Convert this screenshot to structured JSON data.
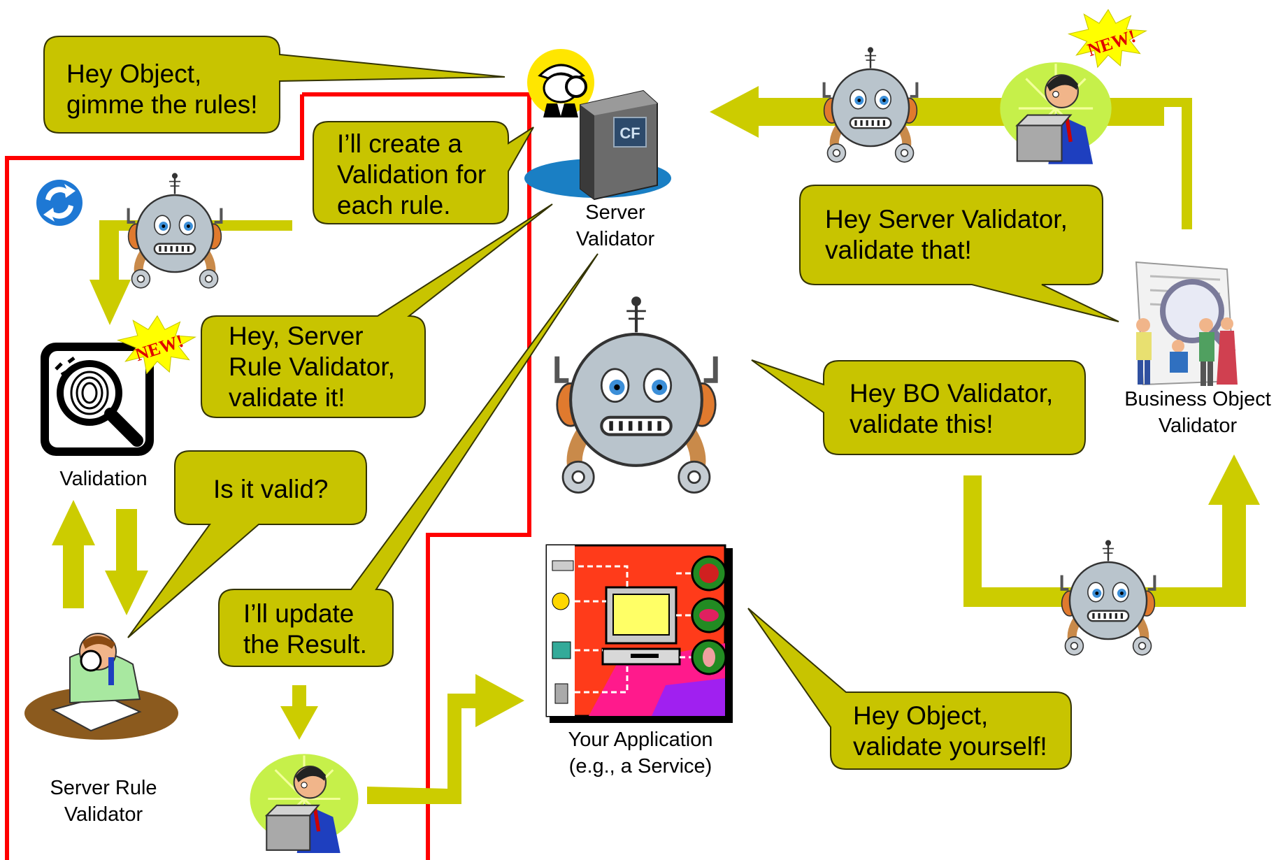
{
  "colors": {
    "bubble_fill": "#c8c400",
    "bubble_stroke": "#3a3a00",
    "arrow": "#cccc00",
    "boundary": "#ff0000",
    "robot_face": "#b9c4cc",
    "robot_ears": "#e07a2e"
  },
  "bubbles": {
    "gimme_rules": [
      "Hey Object,",
      "gimme the rules!"
    ],
    "create_validation": [
      "I’ll create a",
      "Validation for",
      "each rule."
    ],
    "server_rule_validate": [
      "Hey, Server",
      "Rule Validator,",
      "validate it!"
    ],
    "is_valid": [
      "Is it valid?"
    ],
    "update_result": [
      "I’ll update",
      "the Result."
    ],
    "server_validator_validate": [
      "Hey Server Validator,",
      "validate that!"
    ],
    "bo_validate": [
      "Hey BO Validator,",
      "validate this!"
    ],
    "validate_yourself": [
      "Hey Object,",
      "validate yourself!"
    ]
  },
  "captions": {
    "server_validator": [
      "Server",
      "Validator"
    ],
    "validation": [
      "Validation"
    ],
    "server_rule_validator": [
      "Server Rule",
      "Validator"
    ],
    "your_application": [
      "Your Application",
      "(e.g., a Service)"
    ],
    "business_object_validator": [
      "Business Object",
      "Validator"
    ]
  },
  "badges": {
    "new_top": "NEW!",
    "new_validation": "NEW!",
    "cf_logo": "CF"
  },
  "icons": [
    "detective-icon",
    "server-icon",
    "robot-icon",
    "new-starburst-icon",
    "person-with-box-icon",
    "recycle-icon",
    "fingerprint-magnifier-icon",
    "person-reading-icon",
    "computer-multimedia-icon",
    "business-team-icon"
  ]
}
